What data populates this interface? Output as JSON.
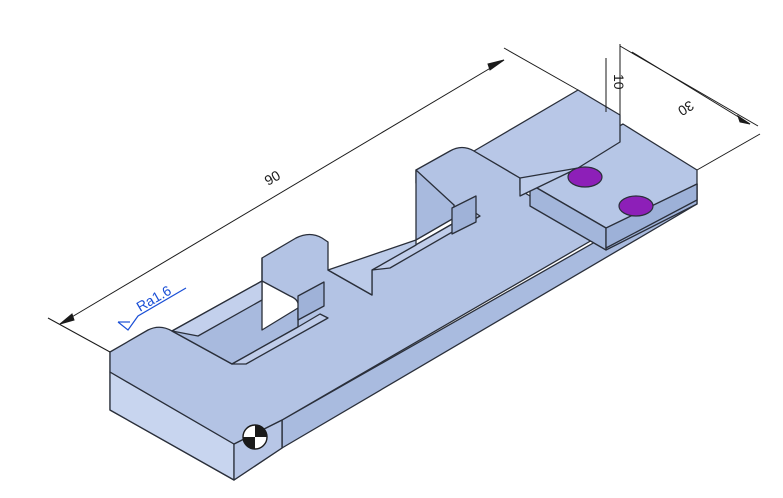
{
  "dimensions": {
    "length": "90",
    "width": "30",
    "height": "10"
  },
  "surface_finish": {
    "label": "Ra1.6"
  },
  "colors": {
    "part_top": "#b3c3e4",
    "part_side": "#a6b8dd",
    "part_front": "#c5d2ed",
    "edge": "#2a2f3a",
    "hole": "#8d1fb8",
    "dimension_line": "#1a1a1a",
    "surface_symbol": "#1a4fd6"
  },
  "icons": {
    "origin_marker": "origin-marker-icon",
    "surface_finish": "surface-finish-icon"
  }
}
